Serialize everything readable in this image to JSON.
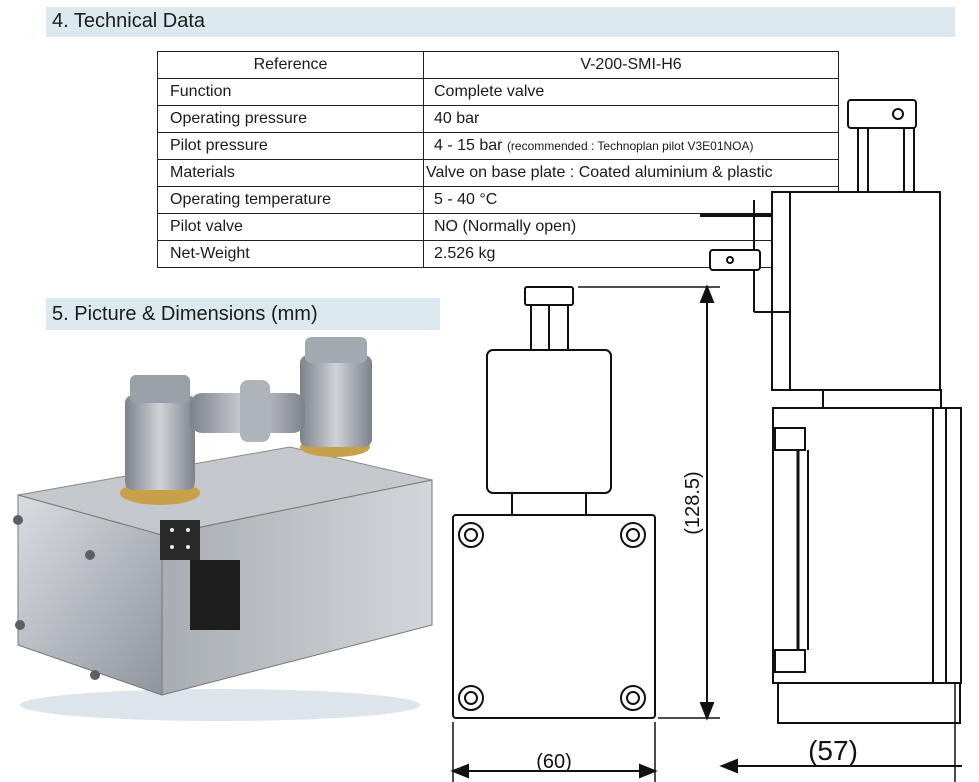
{
  "sections": {
    "technical_title": "4. Technical Data",
    "picture_title": "5. Picture & Dimensions (mm)"
  },
  "table": {
    "header": {
      "label": "Reference",
      "value": "V-200-SMI-H6"
    },
    "rows": [
      {
        "label": "Function",
        "value": "Complete valve",
        "note": ""
      },
      {
        "label": "Operating pressure",
        "value": "40 bar",
        "note": ""
      },
      {
        "label": "Pilot pressure",
        "value": "4 - 15 bar",
        "note": "(recommended : Technoplan pilot V3E01NOA)"
      },
      {
        "label": "Materials",
        "value": "Valve on base plate : Coated aluminium & plastic",
        "note": ""
      },
      {
        "label": "Operating temperature",
        "value": "5 - 40 °C",
        "note": ""
      },
      {
        "label": "Pilot valve",
        "value": "NO (Normally open)",
        "note": ""
      },
      {
        "label": "Net-Weight",
        "value": "2.526 kg",
        "note": ""
      }
    ]
  },
  "dimensions": {
    "height": "(128.5)",
    "width_front": "(60)",
    "width_side": "(57)"
  },
  "colors": {
    "section_bar": "#dbe9ee",
    "aluminium": "#b8bcc2",
    "brass": "#c9a04a"
  }
}
